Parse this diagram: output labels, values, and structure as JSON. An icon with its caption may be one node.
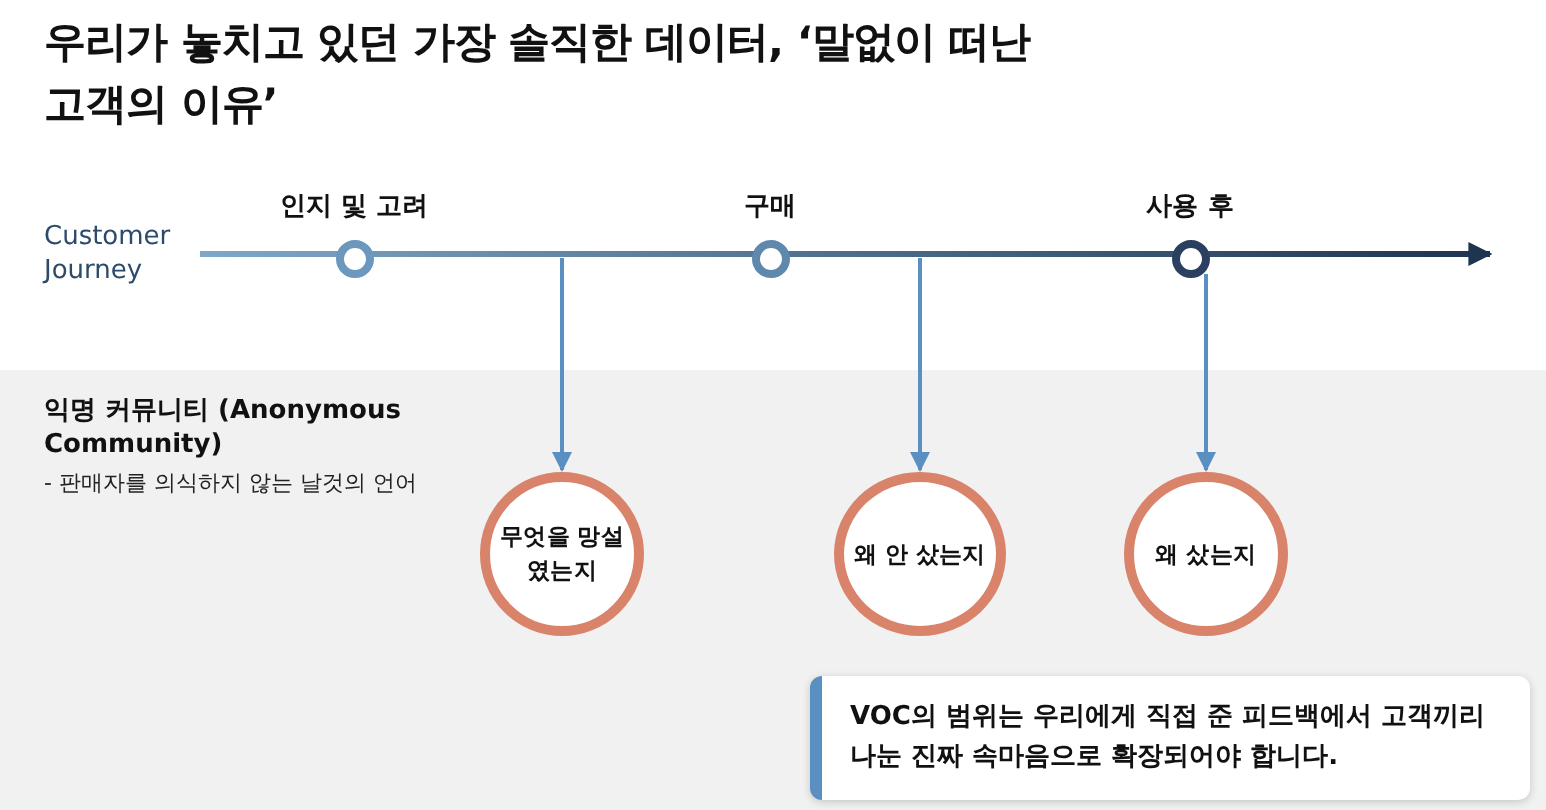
{
  "diagram": {
    "title": "우리가 놓치고 있던 가장 솔직한 데이터, ‘말없이 떠난 고객의 이유’",
    "nodes": [
      {
        "text": [
          "인지 및 고려"
        ]
      },
      {
        "text": [
          "구매"
        ]
      },
      {
        "text": [
          "사용 후"
        ]
      },
      {
        "text": [
          "익명 커뮤니티 (Anonymous Community)",
          "- 판매자를 의식하지 않는 날것의 언어"
        ]
      },
      {
        "text": [
          "무엇을 망설였는지"
        ],
        "in": 3
      },
      {
        "text": [
          "왜 안 샀는지"
        ],
        "in": 3
      },
      {
        "text": [
          "왜 샀는지"
        ],
        "in": 3
      },
      {
        "text": [
          "VOC의 범위는 우리에게 직접 준 피드백에서 고객끼리 나눈 진짜 속마음으로 확장되어야 합니다."
        ],
        "in": 3
      }
    ],
    "edges": [
      {
        "from": null,
        "to": 4,
        "arrow": "to"
      },
      {
        "from": null,
        "to": 5,
        "arrow": "to"
      },
      {
        "from": 2,
        "to": 6,
        "arrow": "to"
      }
    ],
    "labels": [
      "Customer Journey"
    ]
  }
}
